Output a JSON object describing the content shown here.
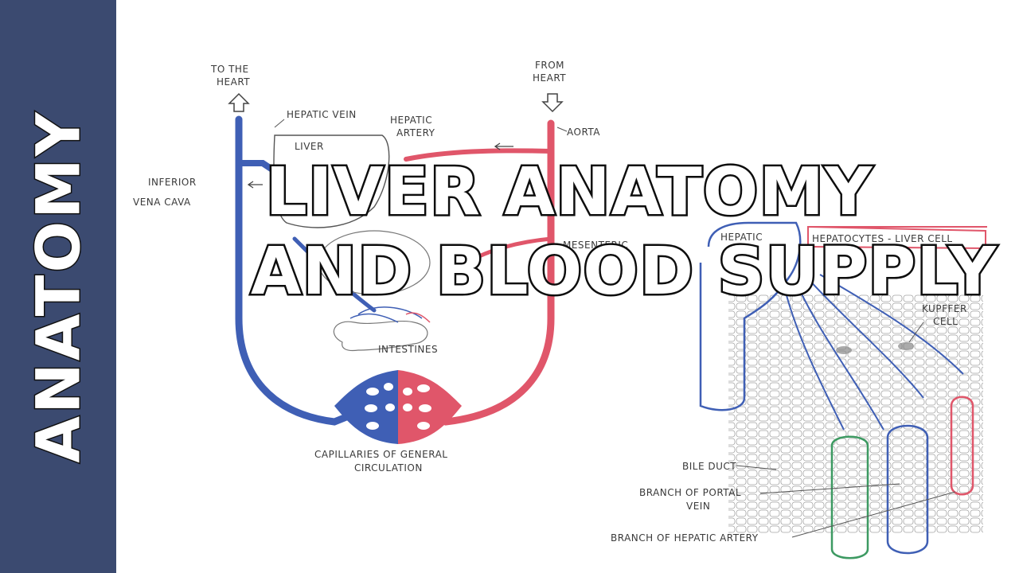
{
  "sidebar": {
    "label": "ANATOMY"
  },
  "title": {
    "line1": "LIVER ANATOMY",
    "line2": "AND BLOOD SUPPLY"
  },
  "labels": {
    "to_the_heart_1": "TO THE",
    "to_the_heart_2": "HEART",
    "from_heart_1": "FROM",
    "from_heart_2": "HEART",
    "hepatic_vein": "HEPATIC VEIN",
    "hepatic_artery_1": "HEPATIC",
    "hepatic_artery_2": "ARTERY",
    "aorta": "AORTA",
    "liver": "LIVER",
    "ivc_1": "INFERIOR",
    "ivc_2": "VENA CAVA",
    "mesenteric": "MESENTERIC",
    "hepatic": "HEPATIC",
    "hepatocytes": "HEPATOCYTES - LIVER CELL",
    "kupffer_1": "KUPFFER",
    "kupffer_2": "CELL",
    "intestines": "INTESTINES",
    "capillaries_1": "CAPILLARIES OF GENERAL",
    "capillaries_2": "CIRCULATION",
    "bile_duct": "BILE DUCT",
    "portal_vein_1": "BRANCH OF PORTAL",
    "portal_vein_2": "VEIN",
    "hepatic_artery_branch": "BRANCH OF HEPATIC ARTERY"
  },
  "colors": {
    "sidebar": "#3b4a70",
    "vein": "#3f5fb5",
    "artery": "#e0566a",
    "bile": "#3d9a62",
    "ink": "#555555"
  }
}
